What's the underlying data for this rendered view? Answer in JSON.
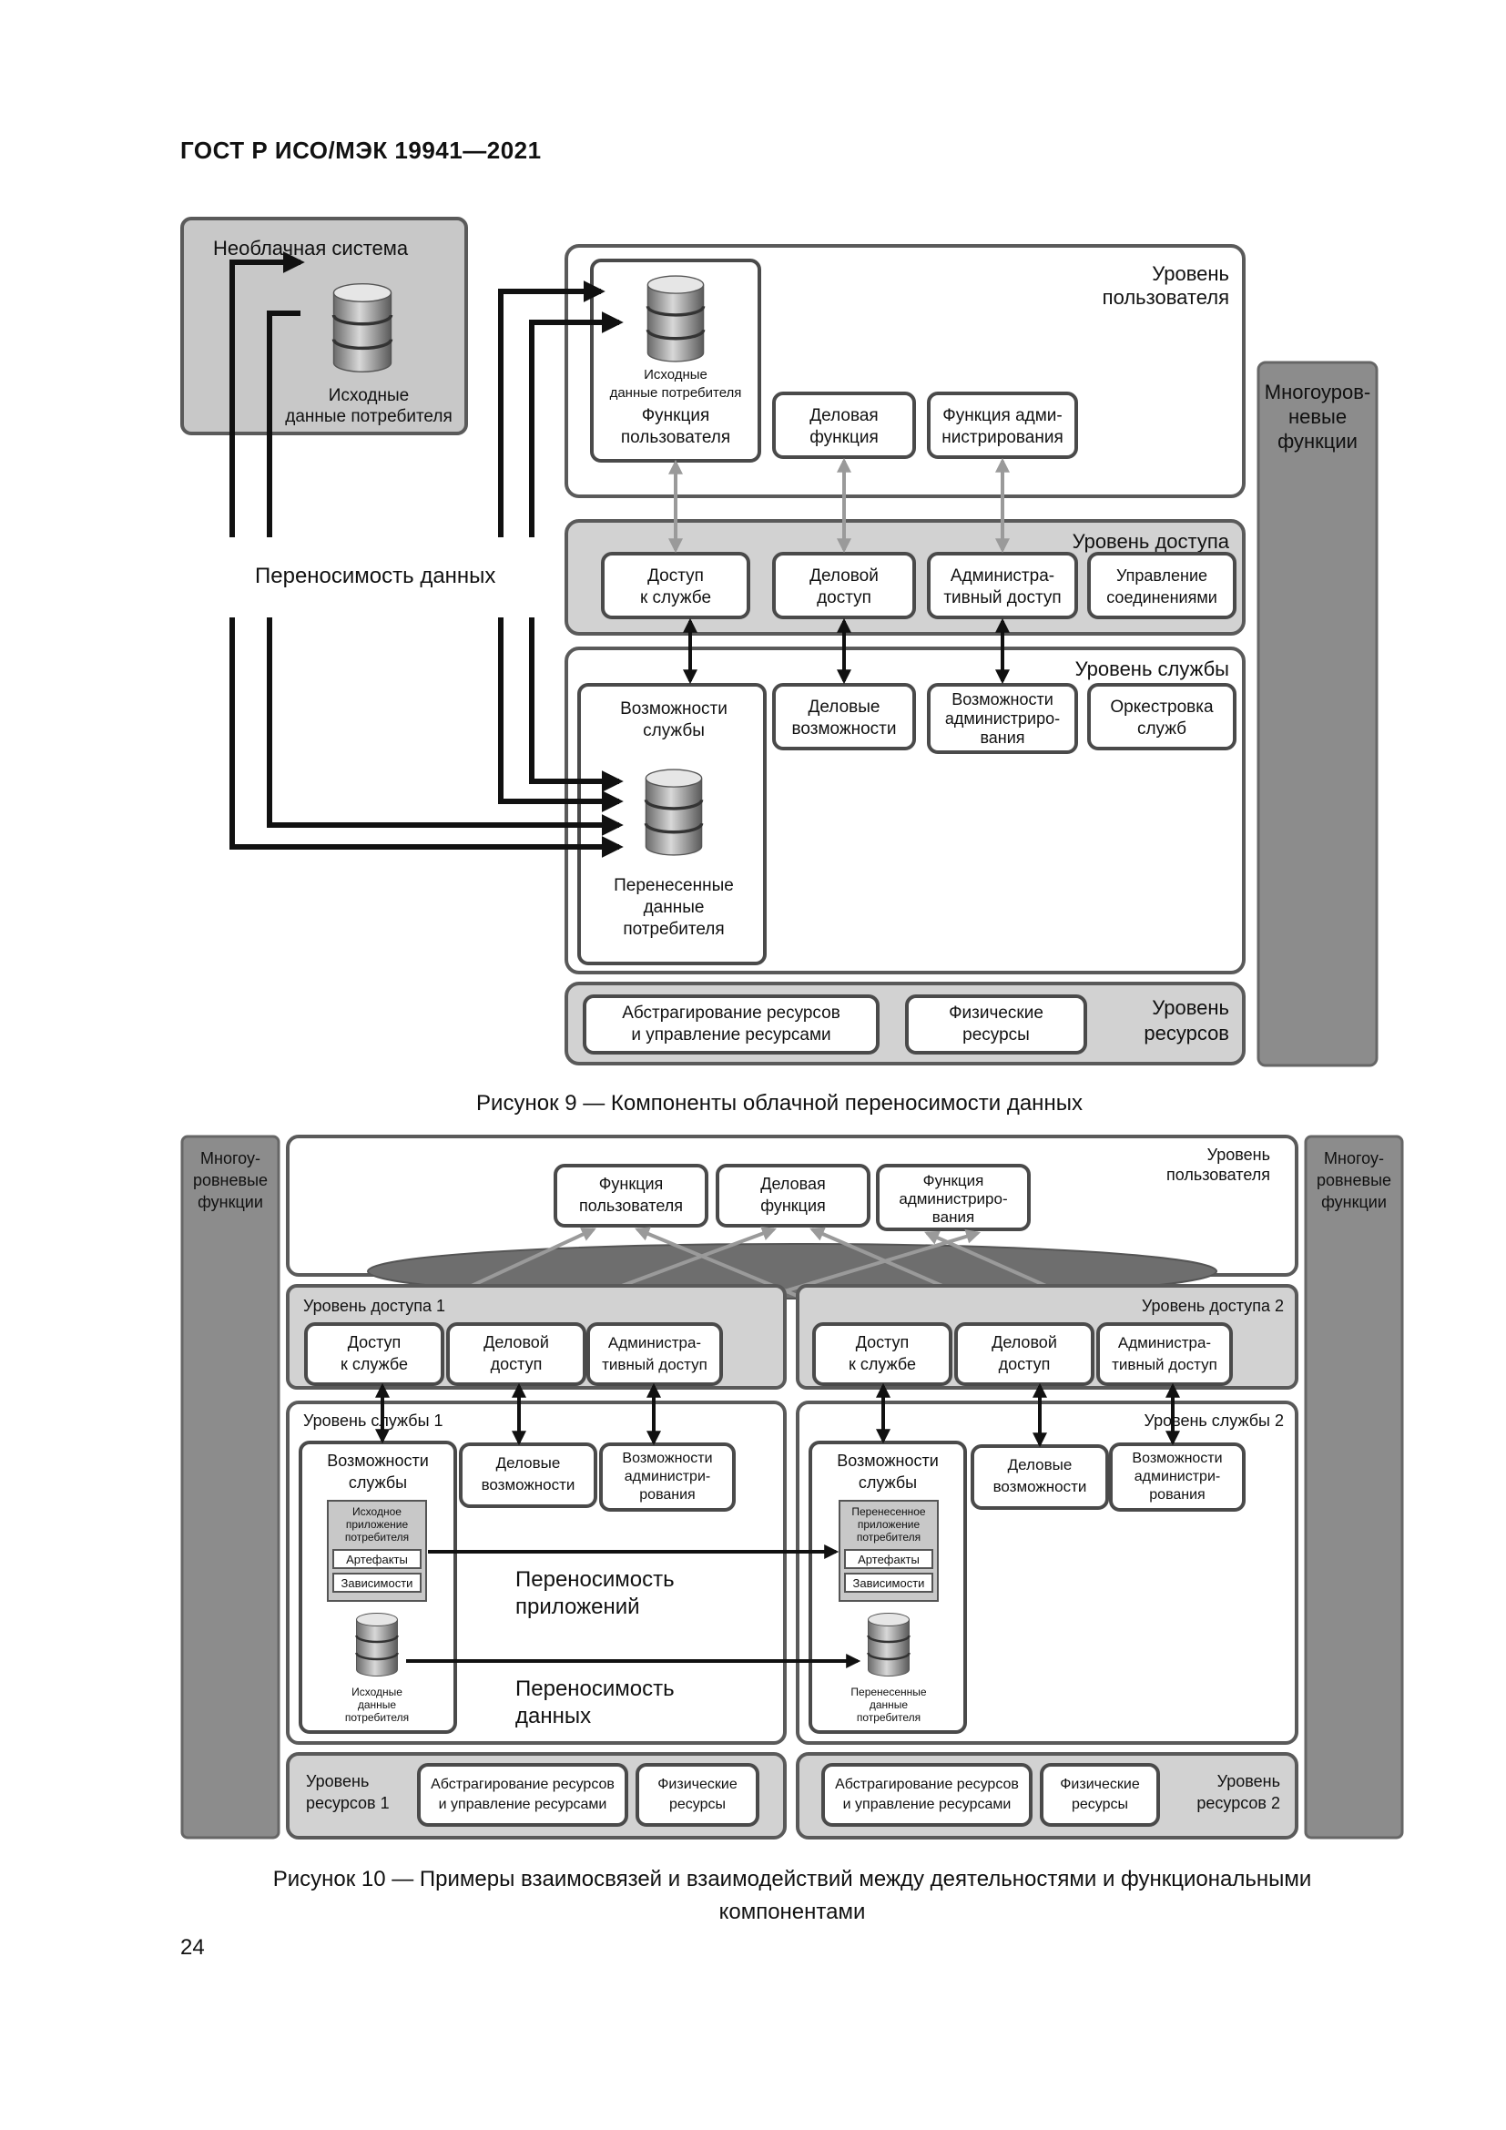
{
  "header": "ГОСТ Р ИСО/МЭК 19941—2021",
  "figure9": {
    "noncloud_title": "Необлачная система",
    "noncloud_db_label": [
      "Исходные",
      "данные потребителя"
    ],
    "user_level": [
      "Уровень",
      "пользователя"
    ],
    "user_db_label": [
      "Исходные",
      "данные потребителя"
    ],
    "user_function": [
      "Функция",
      "пользователя"
    ],
    "business_function": [
      "Деловая",
      "функция"
    ],
    "admin_function": [
      "Функция адми-",
      "нистрирования"
    ],
    "multilevel": [
      "Многоуров-",
      "невые",
      "функции"
    ],
    "access_level": "Уровень доступа",
    "service_access": [
      "Доступ",
      "к службе"
    ],
    "business_access": [
      "Деловой",
      "доступ"
    ],
    "admin_access": [
      "Администра-",
      "тивный доступ"
    ],
    "connection_mgmt": [
      "Управление",
      "соединениями"
    ],
    "portability_label": "Переносимость данных",
    "service_level": "Уровень службы",
    "service_capabilities": [
      "Возможности",
      "службы"
    ],
    "business_capabilities": [
      "Деловые",
      "возможности"
    ],
    "admin_capabilities": [
      "Возможности",
      "администриро-",
      "вания"
    ],
    "orchestration": [
      "Оркестровка",
      "служб"
    ],
    "migrated_db_label": [
      "Перенесенные",
      "данные",
      "потребителя"
    ],
    "resource_abstraction": [
      "Абстрагирование ресурсов",
      "и управление ресурсами"
    ],
    "physical_resources": [
      "Физические",
      "ресурсы"
    ],
    "resource_level": [
      "Уровень",
      "ресурсов"
    ],
    "caption": "Рисунок 9 — Компоненты облачной переносимости данных"
  },
  "figure10": {
    "multilevel_left": [
      "Многоу-",
      "ровневые",
      "функции"
    ],
    "multilevel_right": [
      "Многоу-",
      "ровневые",
      "функции"
    ],
    "user_level": [
      "Уровень",
      "пользователя"
    ],
    "user_function": [
      "Функция",
      "пользователя"
    ],
    "business_function": [
      "Деловая",
      "функция"
    ],
    "admin_function": [
      "Функция",
      "администриро-",
      "вания"
    ],
    "access_level_1": "Уровень доступа 1",
    "access_level_2": "Уровень доступа 2",
    "service_access": [
      "Доступ",
      "к службе"
    ],
    "business_access": [
      "Деловой",
      "доступ"
    ],
    "admin_access": [
      "Администра-",
      "тивный доступ"
    ],
    "service_level_1": "Уровень службы 1",
    "service_level_2": "Уровень службы 2",
    "service_capabilities": [
      "Возможности",
      "службы"
    ],
    "business_capabilities": [
      "Деловые",
      "возможности"
    ],
    "admin_capabilities": [
      "Возможности",
      "администри-",
      "рования"
    ],
    "source_app": [
      "Исходное",
      "приложение",
      "потребителя"
    ],
    "migrated_app": [
      "Перенесенное",
      "приложение",
      "потребителя"
    ],
    "artifacts": "Артефакты",
    "dependencies": "Зависимости",
    "app_portability": [
      "Переносимость",
      "приложений"
    ],
    "data_portability": [
      "Переносимость",
      "данных"
    ],
    "source_data": [
      "Исходные",
      "данные",
      "потребителя"
    ],
    "migrated_data": [
      "Перенесенные",
      "данные",
      "потребителя"
    ],
    "resource_level_1": [
      "Уровень",
      "ресурсов 1"
    ],
    "resource_level_2": [
      "Уровень",
      "ресурсов 2"
    ],
    "resource_abstraction": [
      "Абстрагирование ресурсов",
      "и управление ресурсами"
    ],
    "physical_resources": [
      "Физические",
      "ресурсы"
    ],
    "caption_line1": "Рисунок 10 — Примеры взаимосвязей и взаимодействий между деятельностями и функциональными",
    "caption_line2": "компонентами"
  },
  "page_number": "24"
}
